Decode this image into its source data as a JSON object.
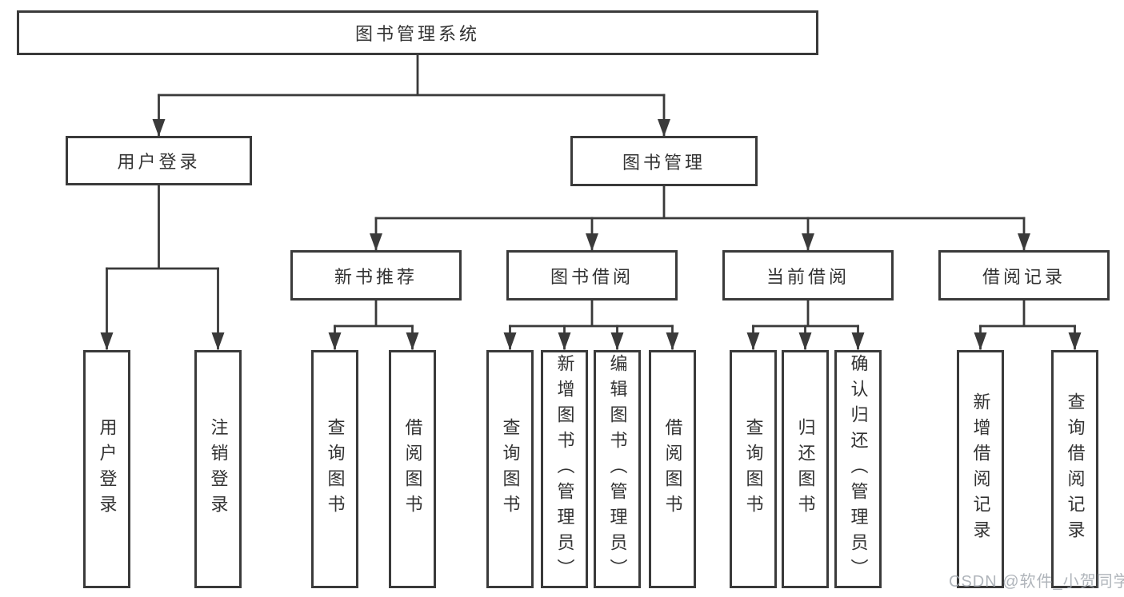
{
  "colors": {
    "line": "#3a3a3a",
    "text": "#333333",
    "background": "#ffffff",
    "watermark": "#b5bac0"
  },
  "watermark": "CSDN @软件_小贺同学",
  "tree": {
    "root": {
      "label": "图书管理系统"
    },
    "branches": [
      {
        "label": "用户登录",
        "leaves": [
          {
            "label": "用户登录"
          },
          {
            "label": "注销登录"
          }
        ]
      },
      {
        "label": "图书管理",
        "groups": [
          {
            "label": "新书推荐",
            "leaves": [
              {
                "label": "查询图书"
              },
              {
                "label": "借阅图书"
              }
            ]
          },
          {
            "label": "图书借阅",
            "leaves": [
              {
                "label": "查询图书"
              },
              {
                "label": "新增图书（管理员）"
              },
              {
                "label": "编辑图书（管理员）"
              },
              {
                "label": "借阅图书"
              }
            ]
          },
          {
            "label": "当前借阅",
            "leaves": [
              {
                "label": "查询图书"
              },
              {
                "label": "归还图书"
              },
              {
                "label": "确认归还（管理员）"
              }
            ]
          },
          {
            "label": "借阅记录",
            "leaves": [
              {
                "label": "新增借阅记录"
              },
              {
                "label": "查询借阅记录"
              }
            ]
          }
        ]
      }
    ]
  }
}
